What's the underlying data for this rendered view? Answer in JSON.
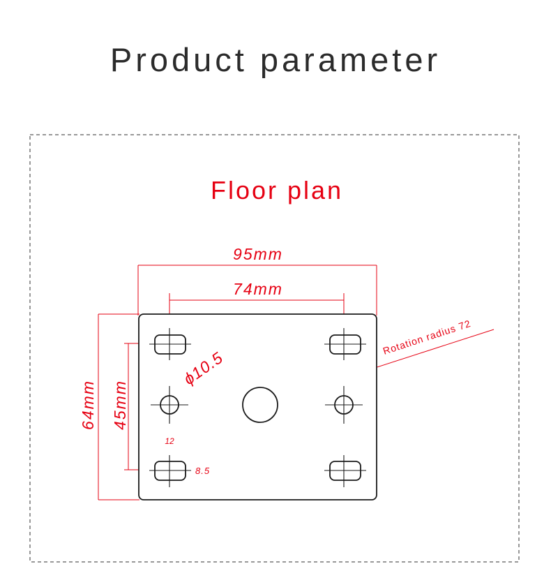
{
  "page": {
    "title": "Product parameter"
  },
  "drawing": {
    "title": "Floor plan",
    "dimensions": {
      "overall_width": "95mm",
      "hole_spacing_width": "74mm",
      "overall_height": "64mm",
      "hole_spacing_height": "45mm",
      "hole_diameter": "ϕ10.5",
      "slot_width": "12",
      "slot_height": "8.5",
      "rotation_radius": "Rotation radius 72"
    },
    "colors": {
      "dimension": "#e60012",
      "outline": "#1a1a1a",
      "frame": "#777777",
      "title_text": "#2b2b2b"
    }
  }
}
